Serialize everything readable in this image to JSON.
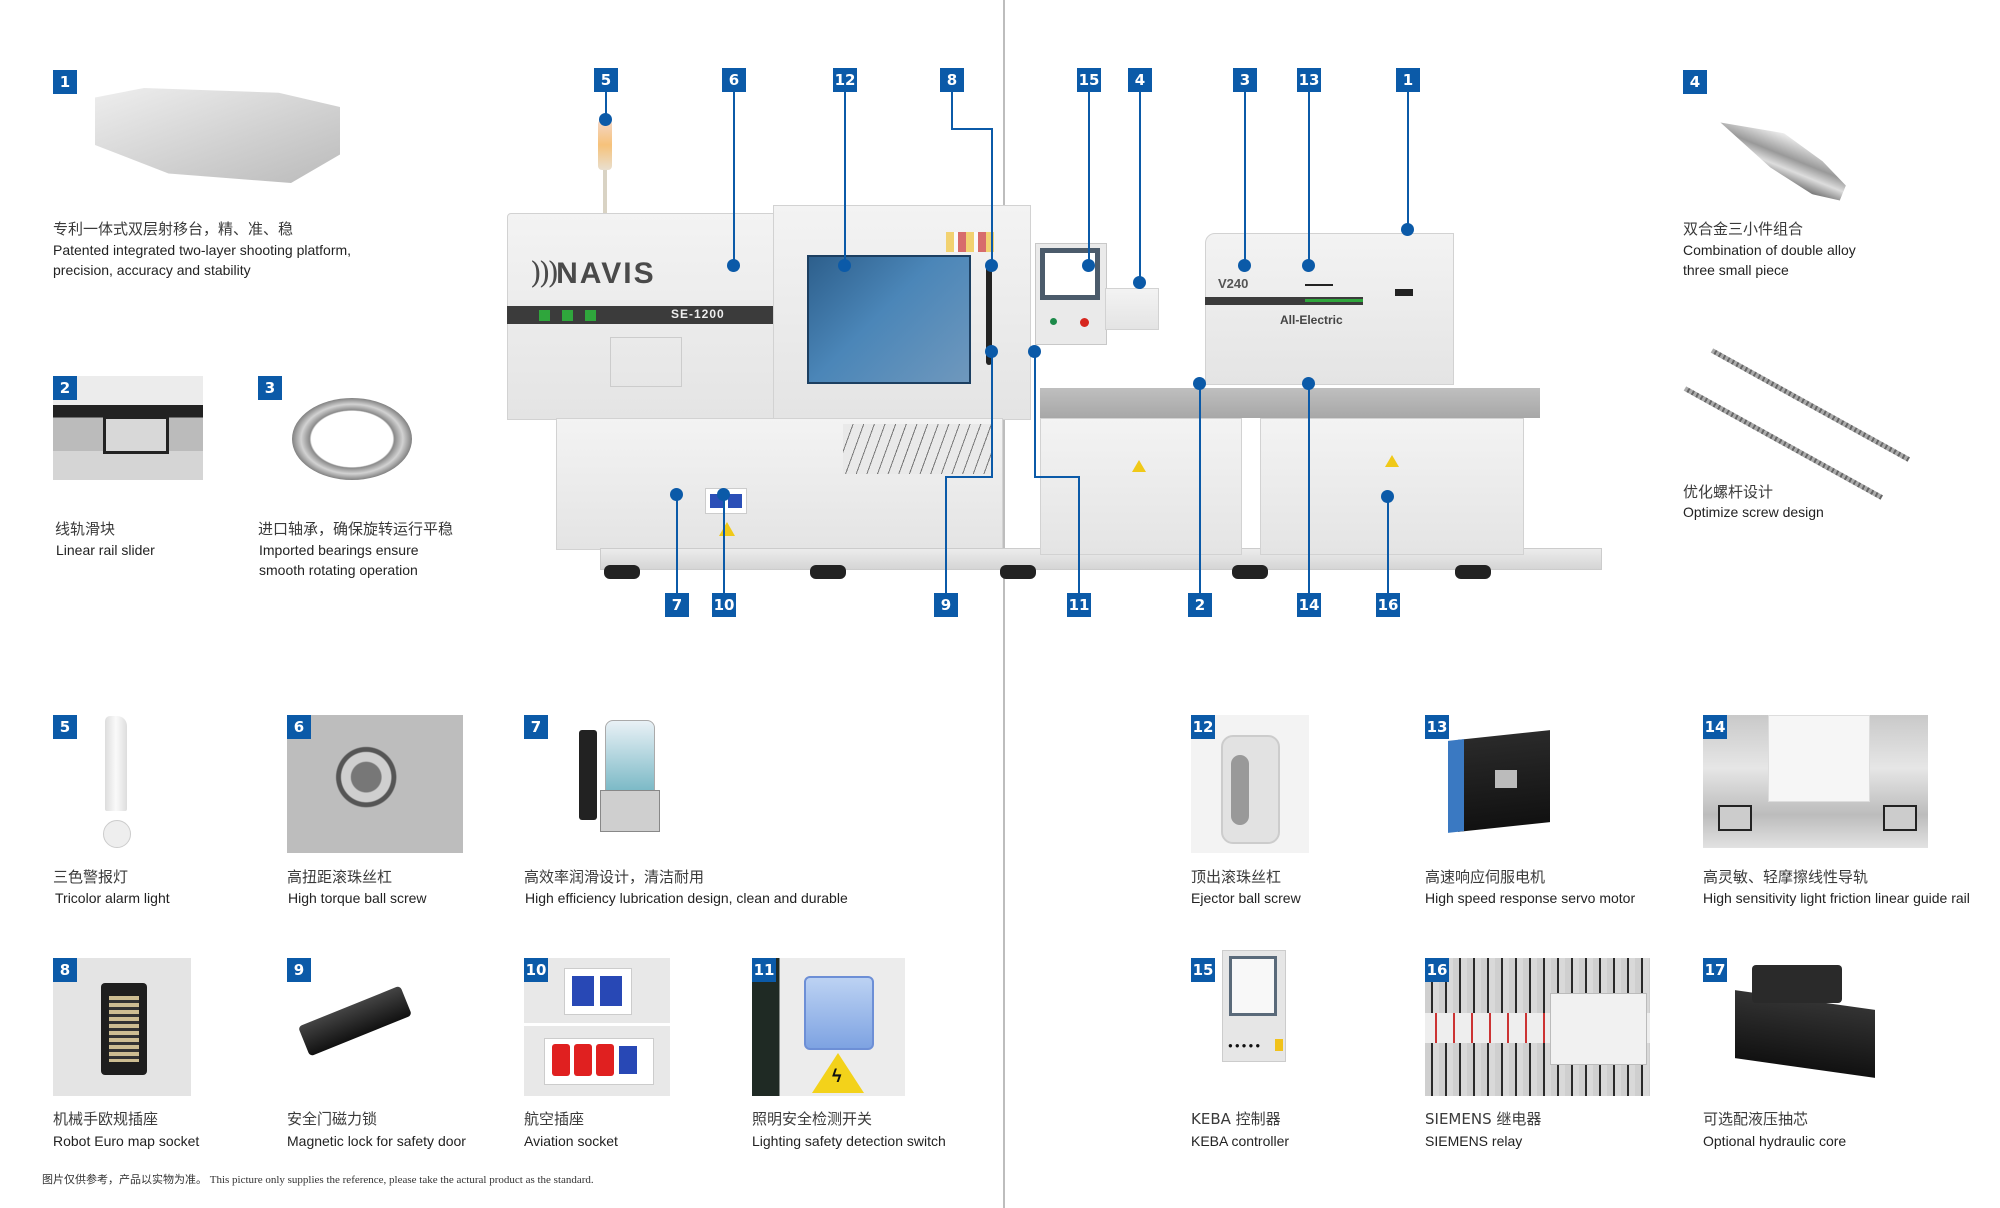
{
  "document": {
    "brand": "NAVIS",
    "model_left": "SE-1200",
    "model_right": "V240",
    "model_right_sub": "All-Electric",
    "accent_color": "#0b5aa8",
    "footer": {
      "cn": "图片仅供参考，产品以实物为准。",
      "en": "This picture only supplies the reference, please take the actural product as the standard."
    }
  },
  "machine_callouts": {
    "top": [
      "5",
      "6",
      "12",
      "8",
      "15",
      "4",
      "3",
      "13",
      "1"
    ],
    "bottom": [
      "7",
      "10",
      "9",
      "11",
      "2",
      "14",
      "16"
    ]
  },
  "features": [
    {
      "num": "1",
      "cn": "专利一体式双层射移台，精、准、稳",
      "en": [
        "Patented integrated two-layer shooting platform,",
        "precision, accuracy and stability"
      ],
      "image": "shooting-platform"
    },
    {
      "num": "2",
      "cn": "线轨滑块",
      "en": [
        "Linear rail slider"
      ],
      "image": "linear-rail-slider"
    },
    {
      "num": "3",
      "cn": "进口轴承，确保旋转运行平稳",
      "en": [
        "Imported bearings ensure",
        "smooth rotating operation"
      ],
      "image": "bearing"
    },
    {
      "num": "4",
      "cn": "双合金三小件组合",
      "en": [
        "Combination of double alloy",
        "three small piece"
      ],
      "image": "screw-tip"
    },
    {
      "num": "",
      "cn": "优化螺杆设计",
      "en": [
        "Optimize screw design"
      ],
      "image": "screws"
    },
    {
      "num": "5",
      "cn": "三色警报灯",
      "en": [
        "Tricolor alarm light"
      ],
      "image": "alarm-light"
    },
    {
      "num": "6",
      "cn": "高扭距滚珠丝杠",
      "en": [
        "High torque ball screw"
      ],
      "image": "ball-screw"
    },
    {
      "num": "7",
      "cn": "高效率润滑设计，清洁耐用",
      "en": [
        "High efficiency lubrication design, clean and durable"
      ],
      "image": "lubricator"
    },
    {
      "num": "8",
      "cn": "机械手欧规插座",
      "en": [
        "Robot Euro map socket"
      ],
      "image": "euromap-socket"
    },
    {
      "num": "9",
      "cn": "安全门磁力锁",
      "en": [
        "Magnetic lock for safety door"
      ],
      "image": "magnetic-lock"
    },
    {
      "num": "10",
      "cn": "航空插座",
      "en": [
        "Aviation socket"
      ],
      "image": "aviation-socket"
    },
    {
      "num": "11",
      "cn": "照明安全检测开关",
      "en": [
        "Lighting safety detection switch"
      ],
      "image": "safety-switch"
    },
    {
      "num": "12",
      "cn": "顶出滚珠丝杠",
      "en": [
        "Ejector ball screw"
      ],
      "image": "ejector-screw"
    },
    {
      "num": "13",
      "cn": "高速响应伺服电机",
      "en": [
        "High speed response servo motor"
      ],
      "image": "servo-motor"
    },
    {
      "num": "14",
      "cn": "高灵敏、轻摩擦线性导轨",
      "en": [
        "High sensitivity light friction linear guide rail"
      ],
      "image": "linear-guide"
    },
    {
      "num": "15",
      "cn": "KEBA 控制器",
      "en": [
        "KEBA controller"
      ],
      "image": "keba-controller"
    },
    {
      "num": "16",
      "cn": "SIEMENS 继电器",
      "en": [
        "SIEMENS relay"
      ],
      "image": "siemens-relay"
    },
    {
      "num": "17",
      "cn": "可选配液压抽芯",
      "en": [
        "Optional hydraulic core"
      ],
      "image": "hydraulic-core"
    }
  ]
}
